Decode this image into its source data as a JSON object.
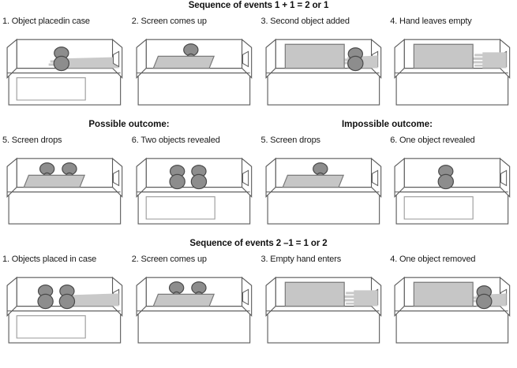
{
  "figure": {
    "sections": [
      {
        "id": "addition",
        "title": "Sequence of events 1 + 1 = 2 or 1",
        "panels": [
          {
            "caption": "1. Object placedin case",
            "scene": "one-object-hand"
          },
          {
            "caption": "2. Screen comes up",
            "scene": "screen-tilt-one-object"
          },
          {
            "caption": "3. Second object added",
            "scene": "screen-up-hand-object"
          },
          {
            "caption": "4. Hand leaves empty",
            "scene": "screen-up-hand-empty"
          }
        ]
      },
      {
        "id": "outcomes",
        "outcome_headers": [
          "Possible outcome:",
          "Impossible outcome:"
        ],
        "panels": [
          {
            "caption": "5. Screen drops",
            "scene": "screen-tilt-two-objects"
          },
          {
            "caption": "6. Two objects revealed",
            "scene": "two-objects"
          },
          {
            "caption": "5. Screen drops",
            "scene": "screen-tilt-one-object"
          },
          {
            "caption": "6. One object revealed",
            "scene": "one-object"
          }
        ]
      },
      {
        "id": "subtraction",
        "title": "Sequence of events 2 –1 = 1 or 2",
        "panels": [
          {
            "caption": "1. Objects placed in case",
            "scene": "two-objects-hand"
          },
          {
            "caption": "2. Screen comes up",
            "scene": "screen-tilt-two-objects"
          },
          {
            "caption": "3. Empty hand enters",
            "scene": "screen-up-hand-empty"
          },
          {
            "caption": "4. One object removed",
            "scene": "screen-up-hand-object"
          }
        ]
      }
    ]
  },
  "colors": {
    "outline": "#5a5a5a",
    "outline_dark": "#3c3c3c",
    "object_fill": "#8d8d8d",
    "object_stroke": "#4a4a4a",
    "screen_fill": "#c6c6c6",
    "screen_stroke": "#7a7a7a",
    "hand_fill": "#c9c9c9",
    "text": "#1a1a1a",
    "background": "#ffffff"
  }
}
